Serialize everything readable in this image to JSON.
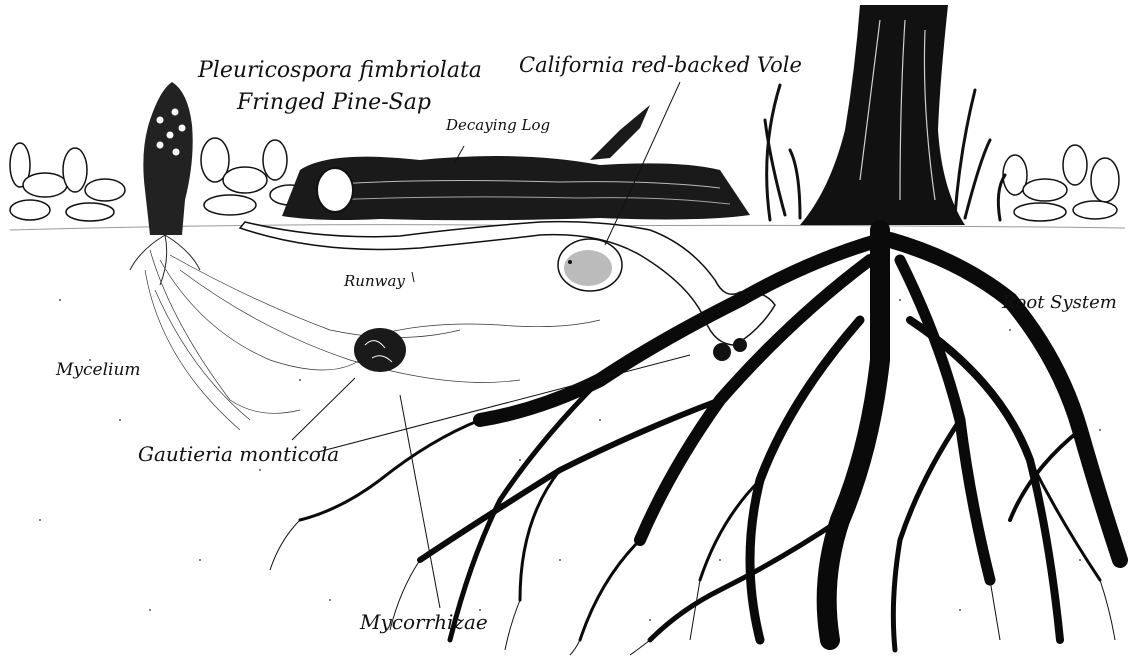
{
  "labels": {
    "species_name": "Pleuricospora fimbriolata",
    "species_common": "Fringed Pine-Sap",
    "log": "Decaying Log",
    "vole": "California red-backed Vole",
    "runway": "Runway",
    "root_system": "Root System",
    "mycelium": "Mycelium",
    "truffle": "Gautieria monticola",
    "mycorrhizae": "Mycorrhizae"
  },
  "colors": {
    "ink": "#111111",
    "paper": "#ffffff"
  }
}
